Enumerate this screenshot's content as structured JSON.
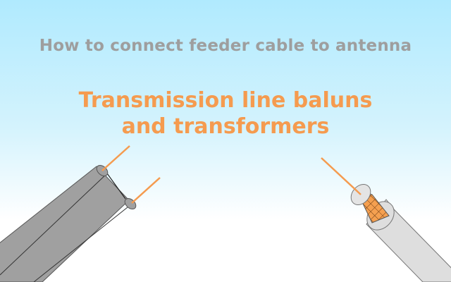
{
  "header": {
    "subtitle": "How to connect feeder cable to antenna",
    "title_line1": "Transmission line baluns",
    "title_line2": "and transformers"
  },
  "illustrations": [
    {
      "name": "twin-lead-feeder-cable",
      "body_color": "#a0a0a0",
      "conductor_color": "#f59b4f"
    },
    {
      "name": "coaxial-cable",
      "jacket_color": "#dedede",
      "braid_color": "#f5a050",
      "conductor_color": "#f59b4f"
    }
  ],
  "colors": {
    "sky_top": "#b0eafe",
    "subtitle": "#9e9e9e",
    "title": "#f59b4f"
  }
}
